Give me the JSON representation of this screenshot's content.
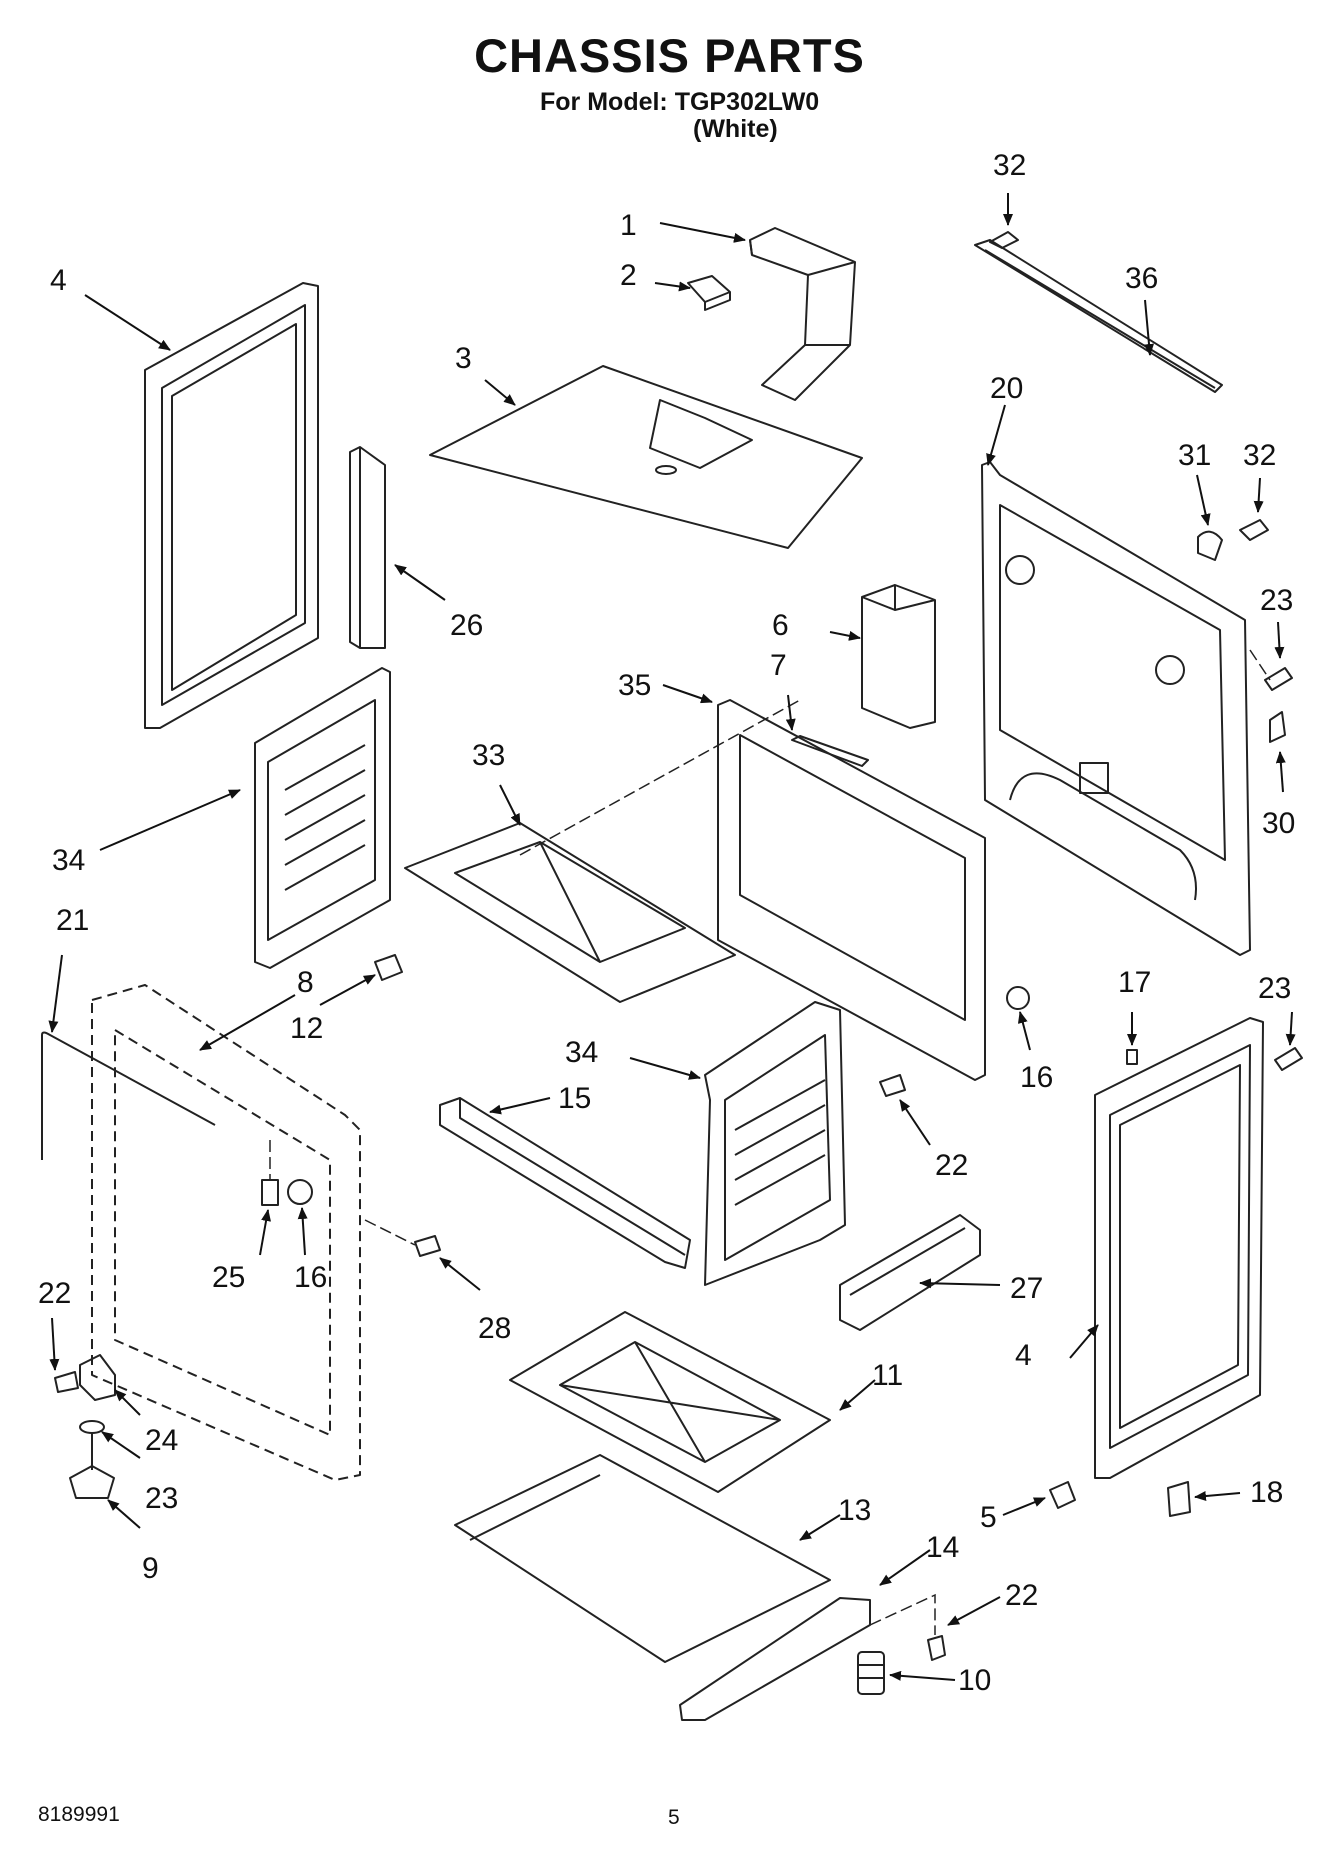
{
  "header": {
    "title": "CHASSIS PARTS",
    "model_line": "For Model: TGP302LW0",
    "variant": "(White)"
  },
  "callouts": [
    {
      "id": "c1",
      "text": "1"
    },
    {
      "id": "c2",
      "text": "2"
    },
    {
      "id": "c3",
      "text": "3"
    },
    {
      "id": "c4a",
      "text": "4"
    },
    {
      "id": "c4b",
      "text": "4"
    },
    {
      "id": "c5",
      "text": "5"
    },
    {
      "id": "c6",
      "text": "6"
    },
    {
      "id": "c7",
      "text": "7"
    },
    {
      "id": "c8",
      "text": "8"
    },
    {
      "id": "c9",
      "text": "9"
    },
    {
      "id": "c10",
      "text": "10"
    },
    {
      "id": "c11",
      "text": "11"
    },
    {
      "id": "c12",
      "text": "12"
    },
    {
      "id": "c13",
      "text": "13"
    },
    {
      "id": "c14",
      "text": "14"
    },
    {
      "id": "c15",
      "text": "15"
    },
    {
      "id": "c16a",
      "text": "16"
    },
    {
      "id": "c16b",
      "text": "16"
    },
    {
      "id": "c17",
      "text": "17"
    },
    {
      "id": "c18",
      "text": "18"
    },
    {
      "id": "c20",
      "text": "20"
    },
    {
      "id": "c21",
      "text": "21"
    },
    {
      "id": "c22a",
      "text": "22"
    },
    {
      "id": "c22b",
      "text": "22"
    },
    {
      "id": "c22c",
      "text": "22"
    },
    {
      "id": "c23a",
      "text": "23"
    },
    {
      "id": "c23b",
      "text": "23"
    },
    {
      "id": "c23c",
      "text": "23"
    },
    {
      "id": "c24",
      "text": "24"
    },
    {
      "id": "c25",
      "text": "25"
    },
    {
      "id": "c26",
      "text": "26"
    },
    {
      "id": "c27",
      "text": "27"
    },
    {
      "id": "c28",
      "text": "28"
    },
    {
      "id": "c30",
      "text": "30"
    },
    {
      "id": "c31",
      "text": "31"
    },
    {
      "id": "c32a",
      "text": "32"
    },
    {
      "id": "c32b",
      "text": "32"
    },
    {
      "id": "c33",
      "text": "33"
    },
    {
      "id": "c34a",
      "text": "34"
    },
    {
      "id": "c34b",
      "text": "34"
    },
    {
      "id": "c35",
      "text": "35"
    },
    {
      "id": "c36",
      "text": "36"
    }
  ],
  "footer": {
    "doc_number": "8189991",
    "page_number": "5"
  }
}
